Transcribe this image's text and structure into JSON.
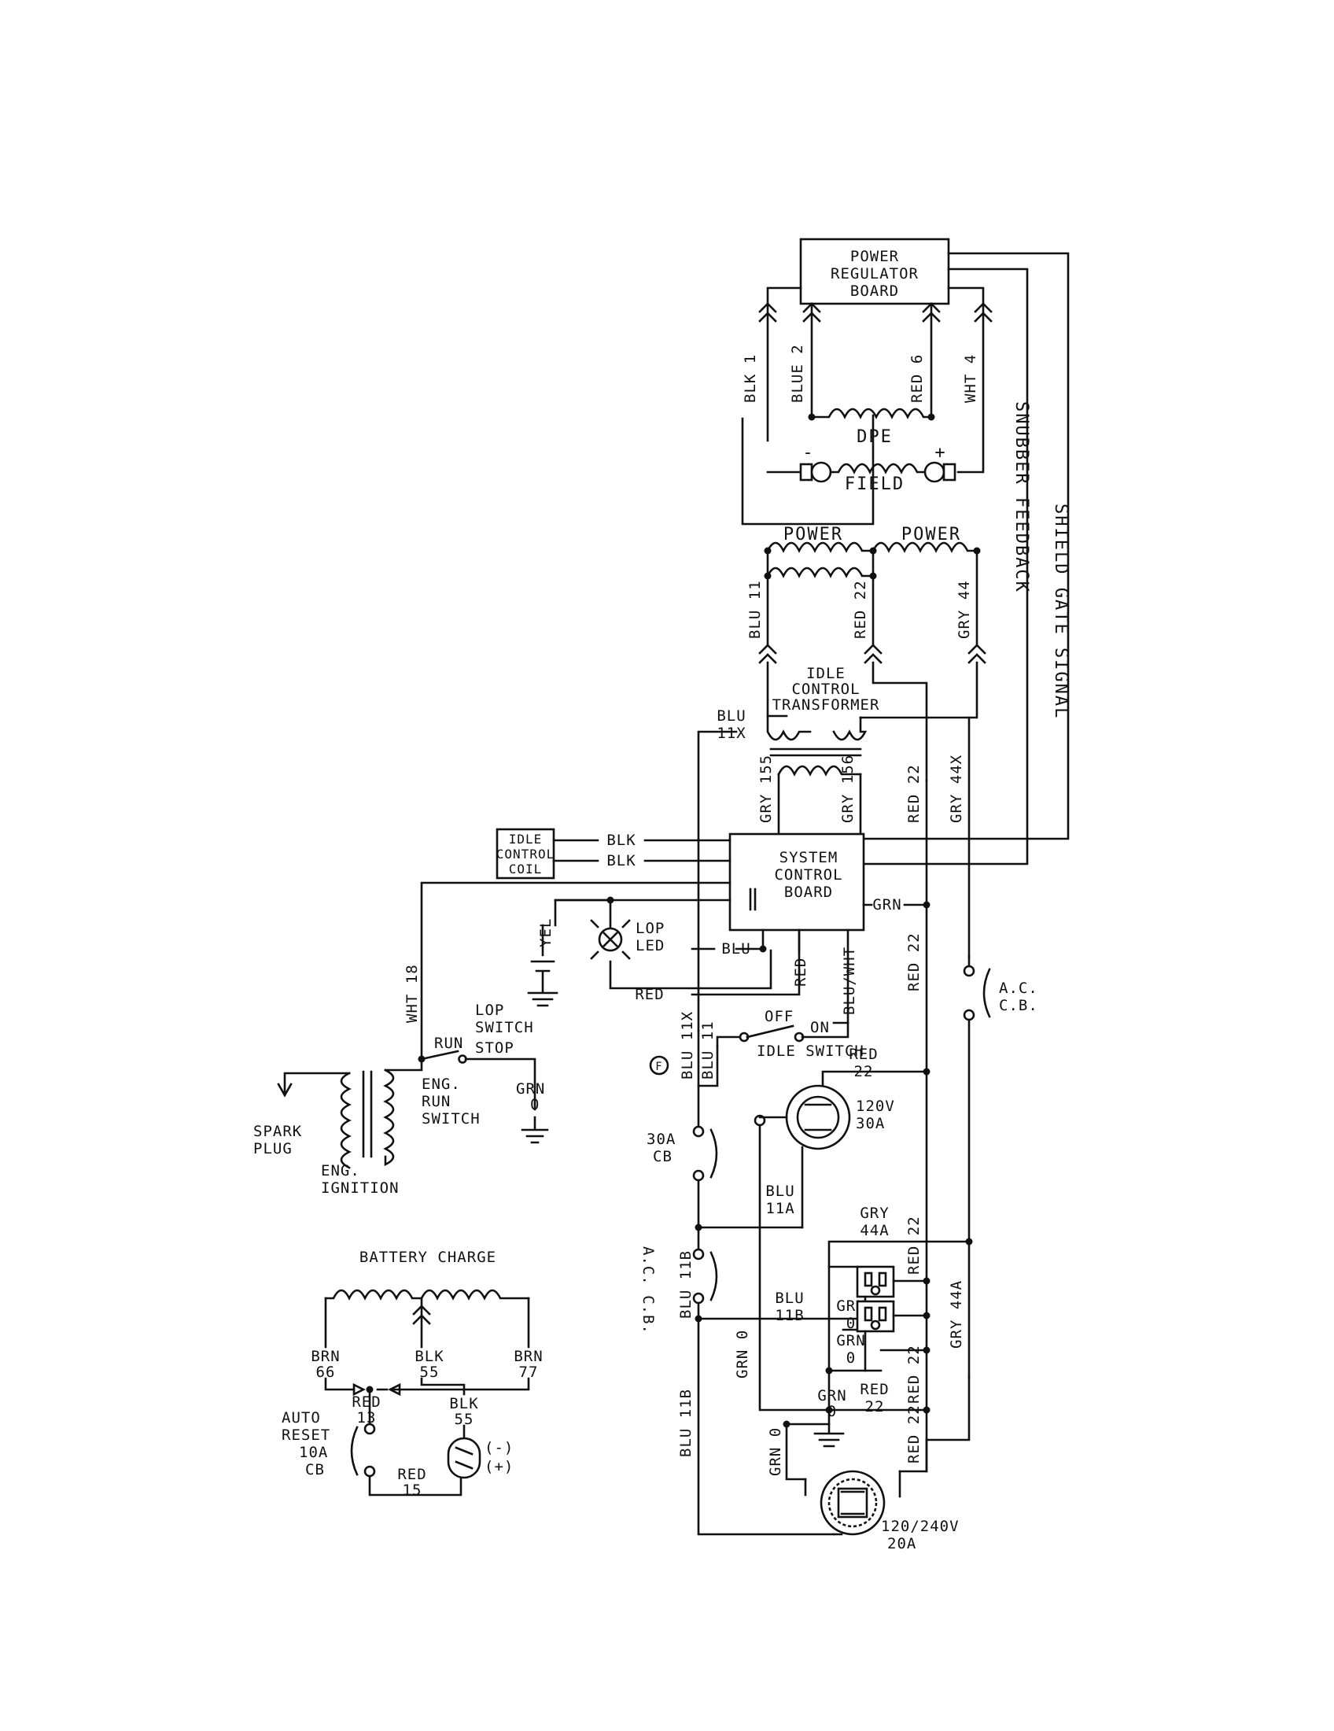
{
  "blocks": {
    "power_regulator": [
      "POWER",
      "REGULATOR",
      "BOARD"
    ],
    "system_control": [
      "SYSTEM",
      "CONTROL",
      "BOARD"
    ],
    "idle_coil": [
      "IDLE",
      "CONTROL",
      "COIL"
    ],
    "idle_transformer": [
      "IDLE",
      "CONTROL",
      "TRANSFORMER"
    ]
  },
  "coils": {
    "dpe": "DPE",
    "field": "FIELD",
    "power_left": "POWER",
    "power_right": "POWER",
    "battery_charge": "BATTERY CHARGE",
    "field_minus": "-",
    "field_plus": "+"
  },
  "vertical_signals": {
    "snubber": "SNUBBER FEEDBACK",
    "shield": "SHIELD GATE SIGNAL"
  },
  "top_wires": {
    "blk1": "BLK 1",
    "blue2": "BLUE 2",
    "red6": "RED 6",
    "wht4": "WHT 4"
  },
  "mid_wires": {
    "blu11": "BLU 11",
    "red22": "RED 22",
    "gry44": "GRY 44",
    "blu11x": [
      "BLU",
      "11X"
    ],
    "gry155": "GRY 155",
    "gry156": "GRY 156",
    "red22_b": "RED 22",
    "gry44x": "GRY 44X"
  },
  "board_wires": {
    "blk_a": "BLK",
    "blk_b": "BLK",
    "grn": "GRN",
    "blu": "BLU",
    "red": "RED",
    "red_v": "RED",
    "bluwht": "BLU/WHT",
    "yel": "YEL",
    "wht18": "WHT 18",
    "red22_c": "RED 22"
  },
  "components": {
    "lop_led": [
      "LOP",
      "LED"
    ],
    "lop_switch": [
      "LOP",
      "SWITCH"
    ],
    "ac_cb_top": [
      "A.C.",
      "C.B."
    ],
    "ac_cb_mid": "A.C. C.B.",
    "cb30": [
      "30A",
      "CB"
    ],
    "f_mark": "F",
    "idle_switch": "IDLE SWITCH",
    "off": "OFF",
    "on": "ON",
    "eng_run_switch": [
      "ENG.",
      "RUN",
      "SWITCH"
    ],
    "run": "RUN",
    "stop": "STOP",
    "grn0": [
      "GRN",
      "0"
    ],
    "spark_plug": [
      "SPARK",
      "PLUG"
    ],
    "eng_ignition": [
      "ENG.",
      "IGNITION"
    ],
    "receptacle_120_30": [
      "120V",
      "30A"
    ],
    "receptacle_120_240": [
      "120/240V",
      "20A"
    ]
  },
  "outlet_wires": {
    "blu11x_b": "BLU 11X",
    "blu11": "BLU 11",
    "red22_top": [
      "RED",
      "22"
    ],
    "blu11a": [
      "BLU",
      "11A"
    ],
    "gry44a": [
      "GRY",
      "44A"
    ],
    "grn0_a": [
      "GRN",
      "0"
    ],
    "blu11b_v": "BLU 11B",
    "blu11b_h": [
      "BLU",
      "11B"
    ],
    "red22_o1": "RED 22",
    "grn0_b": [
      "GRN",
      "0"
    ],
    "grn0_v": "GRN 0",
    "red22_o2": "RED 22",
    "red22_h": [
      "RED",
      "22"
    ],
    "grn0_c": [
      "GRN",
      "0"
    ],
    "gry44a_v": "GRY 44A",
    "blu11b_v2": "BLU 11B",
    "grn0_d": "GRN 0",
    "red22_o3": "RED 22"
  },
  "battery": {
    "brn66": [
      "BRN",
      "66"
    ],
    "blk55_a": [
      "BLK",
      "55"
    ],
    "brn77": [
      "BRN",
      "77"
    ],
    "red13": [
      "RED",
      "13"
    ],
    "blk55_b": [
      "BLK",
      "55"
    ],
    "auto_reset": [
      "AUTO",
      "RESET",
      "10A",
      "CB"
    ],
    "minus": "(-)",
    "plus": "(+)",
    "red15": [
      "RED",
      "15"
    ]
  }
}
